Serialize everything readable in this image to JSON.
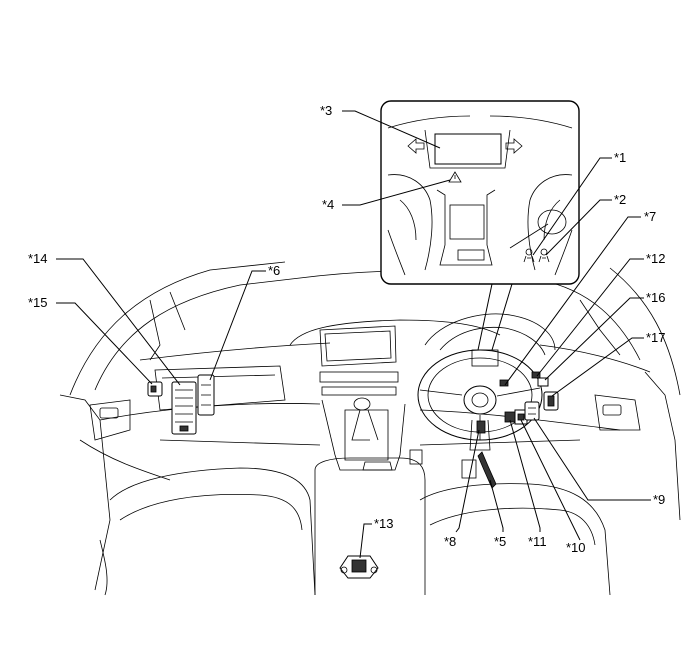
{
  "callouts": [
    {
      "id": "c1",
      "text": "*1"
    },
    {
      "id": "c2",
      "text": "*2"
    },
    {
      "id": "c3",
      "text": "*3"
    },
    {
      "id": "c4",
      "text": "*4"
    },
    {
      "id": "c5",
      "text": "*5"
    },
    {
      "id": "c6",
      "text": "*6"
    },
    {
      "id": "c7",
      "text": "*7"
    },
    {
      "id": "c8",
      "text": "*8"
    },
    {
      "id": "c9",
      "text": "*9"
    },
    {
      "id": "c10",
      "text": "*10"
    },
    {
      "id": "c11",
      "text": "*11"
    },
    {
      "id": "c12",
      "text": "*12"
    },
    {
      "id": "c13",
      "text": "*13"
    },
    {
      "id": "c14",
      "text": "*14"
    },
    {
      "id": "c15",
      "text": "*15"
    },
    {
      "id": "c16",
      "text": "*16"
    },
    {
      "id": "c17",
      "text": "*17"
    }
  ],
  "icons": {
    "warning": "warning-triangle-icon",
    "turn_left": "turn-signal-left-arrow-icon",
    "turn_right": "turn-signal-right-arrow-icon",
    "indicator_lights": "airbag-indicator-icon"
  }
}
